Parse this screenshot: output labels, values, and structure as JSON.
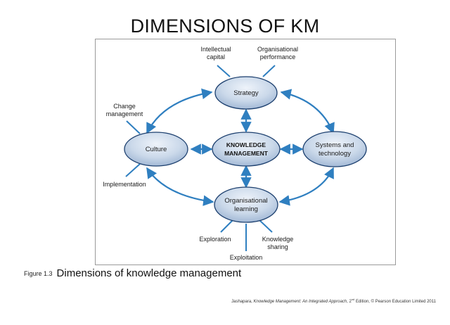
{
  "title": "DIMENSIONS OF KM",
  "nodes": {
    "center": [
      "KNOWLEDGE",
      "MANAGEMENT"
    ],
    "strategy": [
      "Strategy"
    ],
    "culture": [
      "Culture"
    ],
    "systems": [
      "Systems and",
      "technology"
    ],
    "learning": [
      "Organisational",
      "learning"
    ]
  },
  "labels": {
    "intellectual_capital": [
      "Intellectual",
      "capital"
    ],
    "organisational_performance": [
      "Organisational",
      "performance"
    ],
    "change_management": [
      "Change",
      "management"
    ],
    "implementation": [
      "Implementation"
    ],
    "exploration": [
      "Exploration"
    ],
    "exploitation": [
      "Exploitation"
    ],
    "knowledge_sharing": [
      "Knowledge",
      "sharing"
    ]
  },
  "caption": {
    "figure_number": "Figure 1.3",
    "text": "Dimensions of knowledge management"
  },
  "credit": {
    "author": "Jashapara, ",
    "book": "Knowledge Management: An Integrated Approach",
    "edition_prefix": ", 2",
    "edition_sup": "nd",
    "rest": " Edition, © Pearson Education Limited 2011"
  },
  "colors": {
    "arrow": "#2f7fc0",
    "ellipse_light": "#e6eef7",
    "ellipse_dark": "#a9bed9",
    "ellipse_stroke": "#1c3f6e"
  }
}
